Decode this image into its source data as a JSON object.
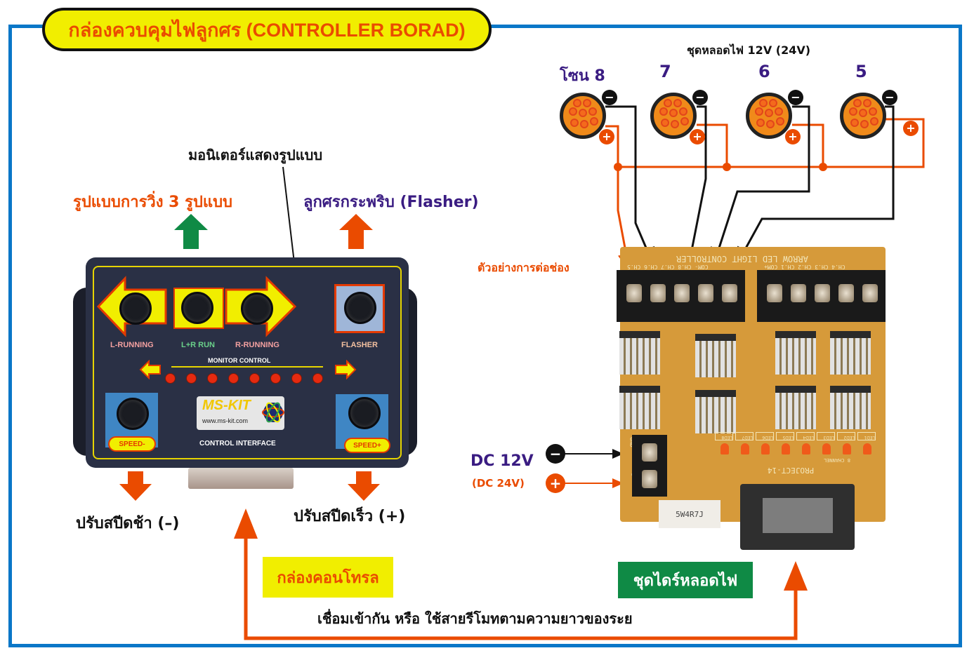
{
  "title": "กล่องควบคุมไฟลูกศร (CONTROLLER BORAD)",
  "colors": {
    "frame": "#0a77c8",
    "title_bg": "#f1ee00",
    "title_text": "#ea4b00",
    "accent_orange": "#ea4b00",
    "accent_green": "#0f8a45",
    "accent_purple": "#3a1c82"
  },
  "left_panel": {
    "monitor_label": "มอนิเตอร์แสดงรูปแบบ",
    "running_modes_label": "รูปแบบการวิ่ง 3 รูปแบบ",
    "flasher_label": "ลูกศรกระพริบ (Flasher)",
    "speed_down_label": "ปรับสปีดช้า (–)",
    "speed_up_label": "ปรับสปีดเร็ว (+)",
    "control_box_tag": "กล่องคอนโทรล",
    "controller": {
      "buttons": [
        {
          "label": "L-RUNNING",
          "icon": "arrow-left-icon"
        },
        {
          "label": "L+R RUN",
          "icon": "square-icon"
        },
        {
          "label": "R-RUNNING",
          "icon": "arrow-right-icon"
        },
        {
          "label": "FLASHER",
          "icon": "square-icon"
        }
      ],
      "monitor_title": "MONITOR  CONTROL",
      "led_count": 8,
      "speed_minus": "SPEED-",
      "speed_plus": "SPEED+",
      "logo_name": "MS-KIT",
      "logo_url": "www.ms-kit.com",
      "interface_label": "CONTROL INTERFACE"
    }
  },
  "right_panel": {
    "lamp_set_label": "ชุดหลอดไฟ 12V (24V)",
    "zones": [
      {
        "label": "โซน 8"
      },
      {
        "label": "7"
      },
      {
        "label": "6"
      },
      {
        "label": "5"
      }
    ],
    "wiring_example_label": "ตัวอย่างการต่อช่อง",
    "power_label": "DC 12V",
    "power_alt_label": "(DC 24V)",
    "negative_symbol": "−",
    "positive_symbol": "+",
    "driver_tag": "ชุดไดร์หลอดไฟ",
    "pcb": {
      "title": "ARROW LED LIGHT CONTROLLER",
      "channels_left": "COM- CH.8 CH.7 CH.6 CH.5",
      "channels_right": "CH.4 CH.3 CH.2 CH.1 COM+",
      "power_terminals": [
        "GND",
        "+B"
      ],
      "led_labels": [
        "LED8",
        "LED7",
        "LED6",
        "LED5",
        "LED4",
        "LED3",
        "LED2",
        "LED1"
      ],
      "project_label": "PROJECT-14",
      "channel_note": "8 CHANNEL",
      "resistor_label": "5W4R7J"
    }
  },
  "connection_note": "เชื่อมเข้ากัน หรือ ใช้สายรีโมทตามความยาวของระย"
}
